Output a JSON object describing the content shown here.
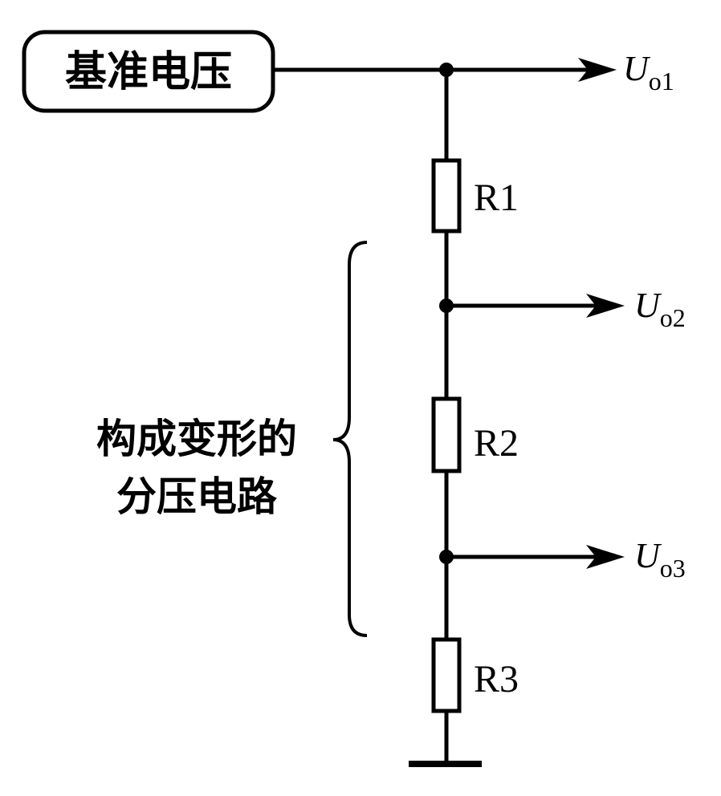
{
  "source_box": {
    "label": "基准电压"
  },
  "outputs": [
    {
      "symbol": "U",
      "subscript": "o1"
    },
    {
      "symbol": "U",
      "subscript": "o2"
    },
    {
      "symbol": "U",
      "subscript": "o3"
    }
  ],
  "resistors": [
    {
      "label": "R1"
    },
    {
      "label": "R2"
    },
    {
      "label": "R3"
    }
  ],
  "brace_annotation": {
    "line1": "构成变形的",
    "line2": "分压电路"
  },
  "colors": {
    "stroke": "#000000",
    "background": "#ffffff"
  }
}
